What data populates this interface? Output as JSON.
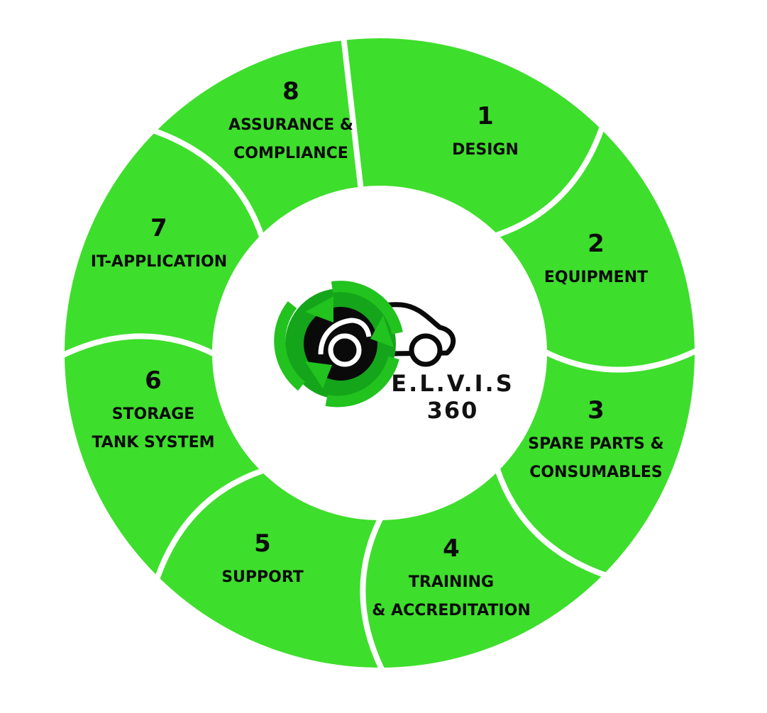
{
  "colors": {
    "segment_fill": "#3ede2c",
    "segment_edge": "#ffffff",
    "logo_dark_green": "#14a51a",
    "logo_green": "#22c21f",
    "logo_black": "#0a0a0a"
  },
  "segments": [
    {
      "number": "1",
      "lines": [
        "DESIGN"
      ]
    },
    {
      "number": "2",
      "lines": [
        "EQUIPMENT"
      ]
    },
    {
      "number": "3",
      "lines": [
        "SPARE PARTS &",
        "CONSUMABLES"
      ]
    },
    {
      "number": "4",
      "lines": [
        "TRAINING",
        "& ACCREDITATION"
      ]
    },
    {
      "number": "5",
      "lines": [
        "SUPPORT"
      ]
    },
    {
      "number": "6",
      "lines": [
        "STORAGE",
        "TANK SYSTEM"
      ]
    },
    {
      "number": "7",
      "lines": [
        "IT-APPLICATION"
      ]
    },
    {
      "number": "8",
      "lines": [
        "ASSURANCE &",
        "COMPLIANCE"
      ]
    }
  ],
  "logo": {
    "icon": "recycle-car-icon",
    "name": "E.L.V.I.S",
    "suffix": "360"
  }
}
